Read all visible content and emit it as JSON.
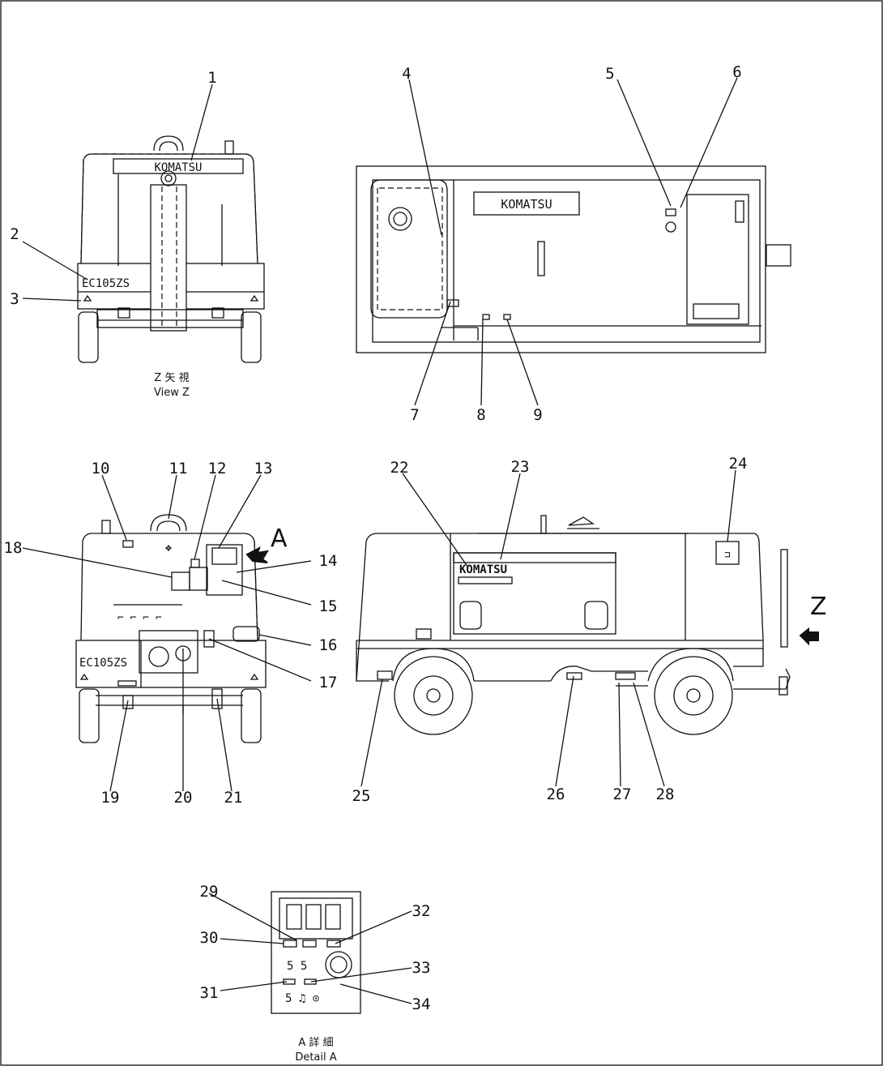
{
  "views": {
    "view_z": {
      "caption_symbol": "Z 矢 視",
      "caption": "View Z"
    },
    "detail_a": {
      "caption_symbol": "A 詳 細",
      "caption": "Detail A"
    }
  },
  "markings": {
    "model_plate": "EC105ZS",
    "model_plate_side": "EC105ZS",
    "brand": "KOMATSU",
    "arrow_a": "A",
    "arrow_z": "Z"
  },
  "callouts": [
    "1",
    "2",
    "3",
    "4",
    "5",
    "6",
    "7",
    "8",
    "9",
    "10",
    "11",
    "12",
    "13",
    "14",
    "15",
    "16",
    "17",
    "18",
    "19",
    "20",
    "21",
    "22",
    "23",
    "24",
    "25",
    "26",
    "27",
    "28",
    "29",
    "30",
    "31",
    "32",
    "33",
    "34"
  ]
}
